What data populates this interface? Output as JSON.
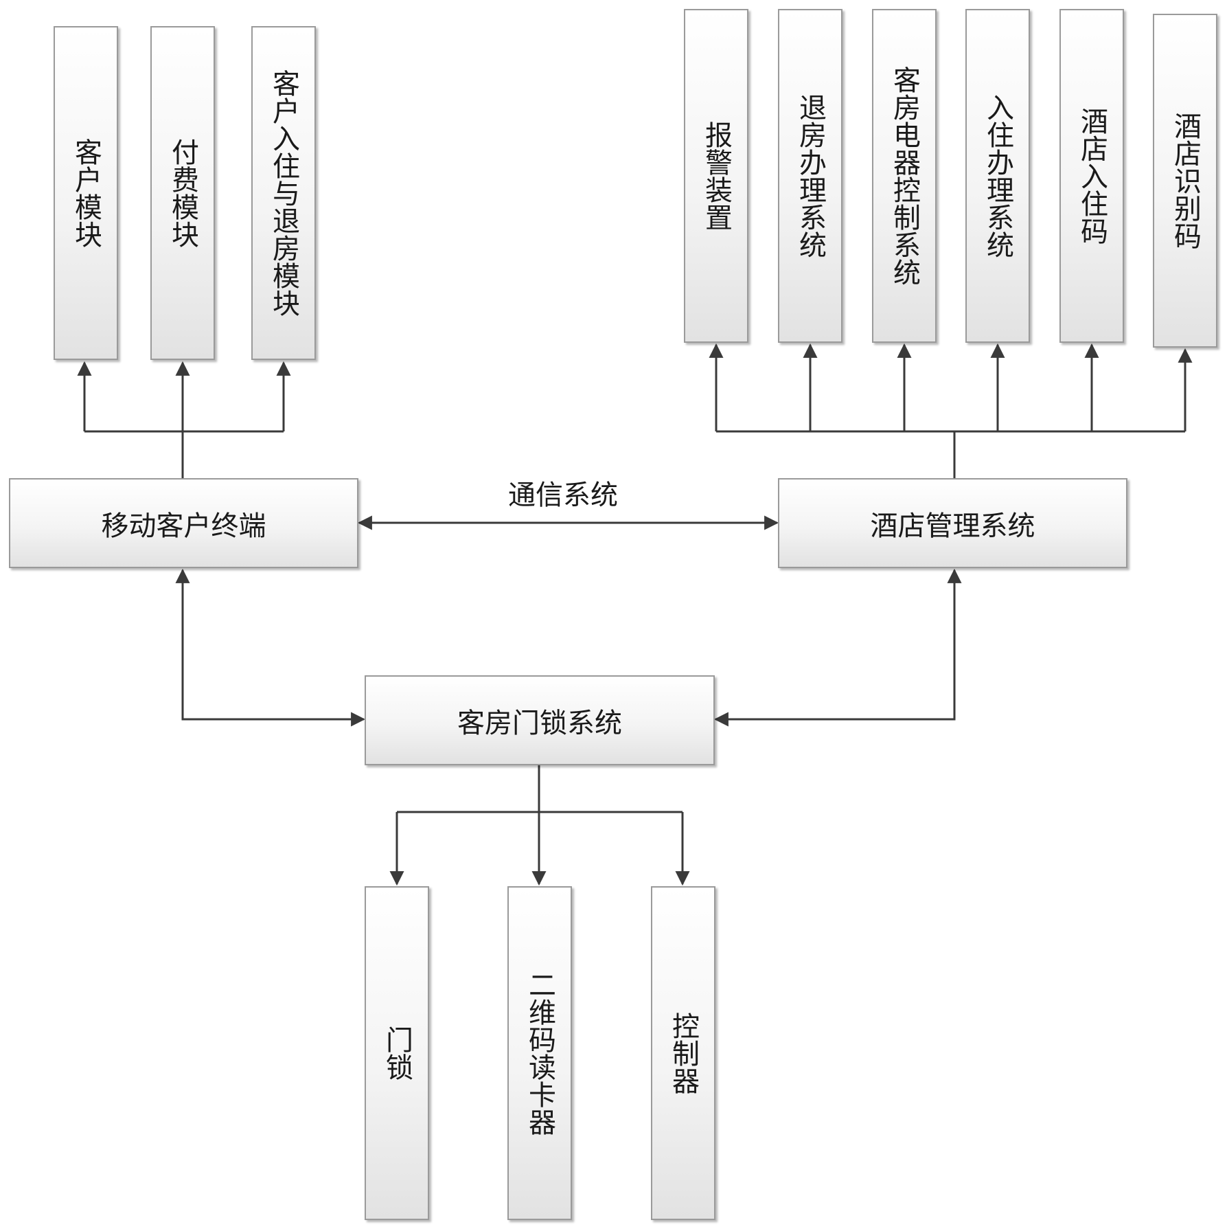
{
  "mobile_terminal": {
    "label": "移动客户终端",
    "modules": [
      "客户模块",
      "付费模块",
      "客户入住与退房模块"
    ]
  },
  "hotel_management": {
    "label": "酒店管理系统",
    "subsystems": [
      "报警装置",
      "退房办理系统",
      "客房电器控制系统",
      "入住办理系统",
      "酒店入住码",
      "酒店识别码"
    ]
  },
  "door_lock_system": {
    "label": "客房门锁系统",
    "components": [
      "门锁",
      "二维码读卡器",
      "控制器"
    ]
  },
  "communication": {
    "label": "通信系统"
  },
  "colors": {
    "line": "#3a3a3a",
    "border": "#9a9a9a",
    "fill_top": "#ffffff",
    "fill_bottom": "#e2e2e2"
  }
}
